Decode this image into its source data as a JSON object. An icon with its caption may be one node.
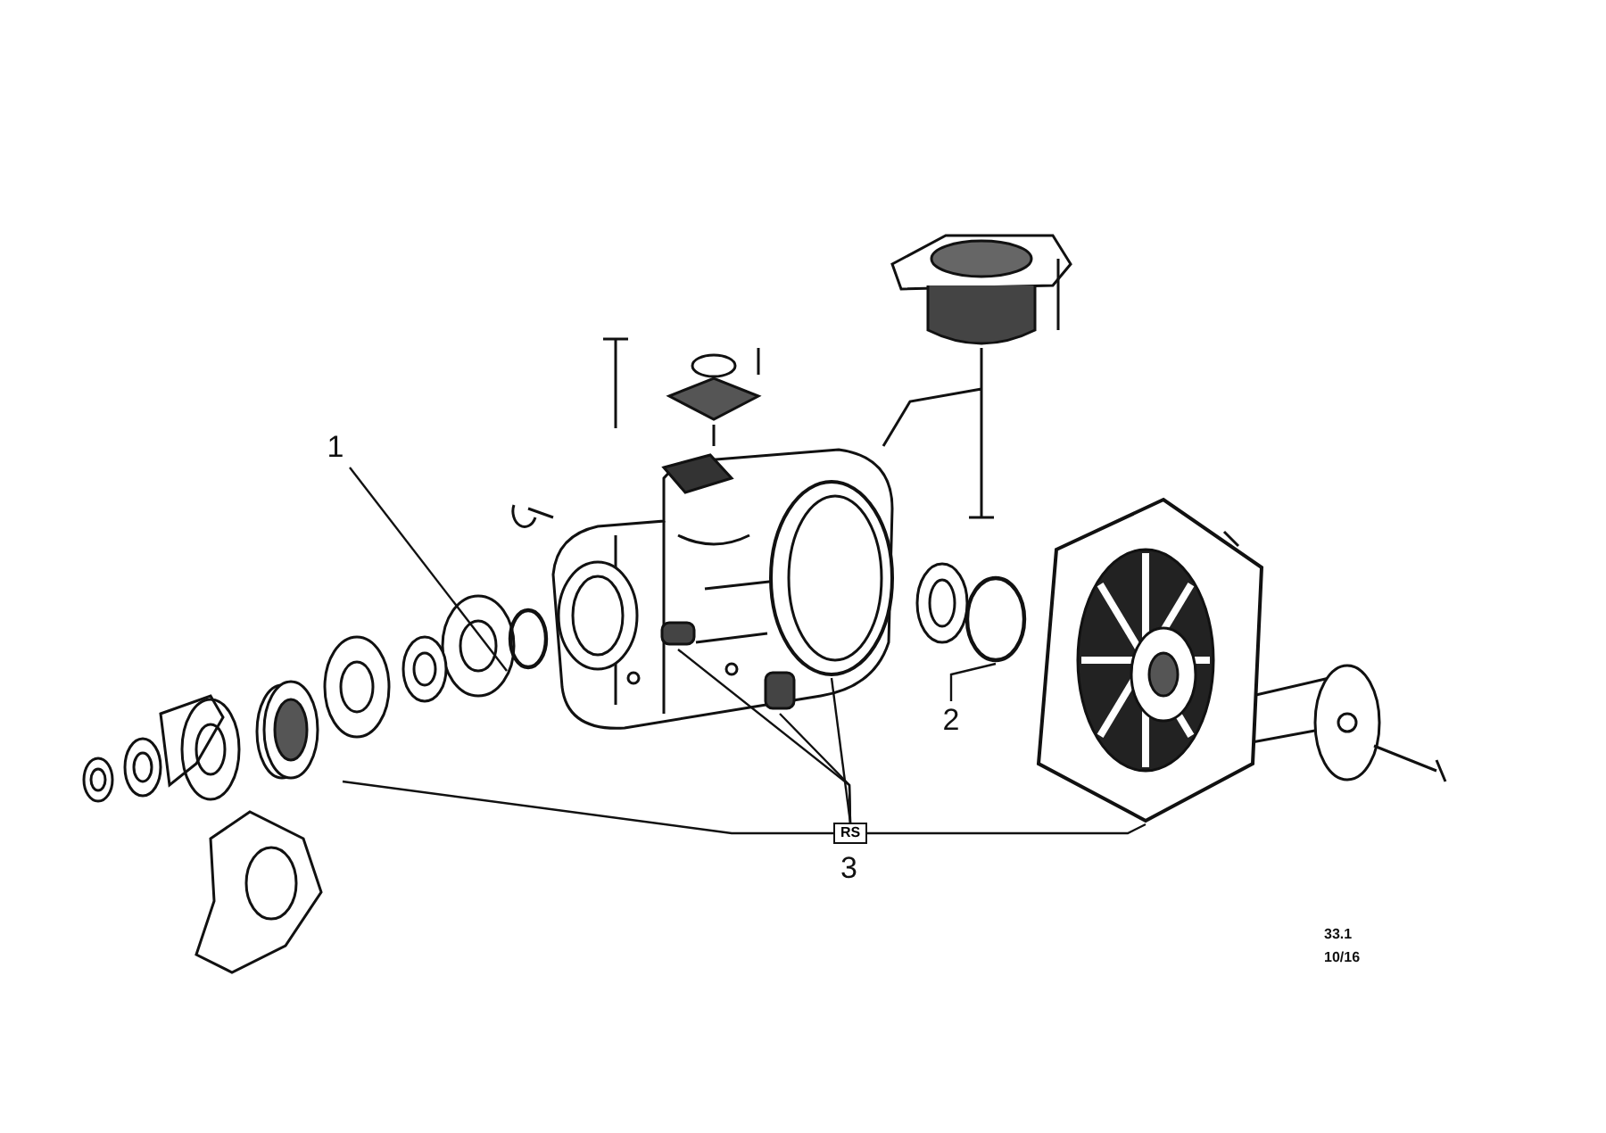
{
  "diagram": {
    "nodes": [
      {
        "text": [
          "1"
        ]
      },
      {
        "text": [],
        "shape": "circle"
      },
      {
        "text": [
          "2"
        ]
      },
      {
        "text": [],
        "shape": "circle"
      },
      {
        "text": [
          "RS"
        ],
        "beside": [
          "3"
        ]
      },
      {
        "text": [],
        "shape": "picture"
      },
      {
        "text": [],
        "shape": "picture"
      },
      {
        "text": [],
        "shape": "box"
      },
      {
        "text": [],
        "shape": "box"
      },
      {
        "text": [],
        "shape": "picture"
      }
    ],
    "edges": [
      {
        "from": 0,
        "to": 1,
        "arrow": "none"
      },
      {
        "from": 2,
        "to": 3,
        "arrow": "none"
      },
      {
        "from": 4,
        "to": 5,
        "arrow": "none"
      },
      {
        "from": 4,
        "to": 6,
        "arrow": "none"
      },
      {
        "from": 4,
        "to": 7,
        "arrow": "none"
      },
      {
        "from": 4,
        "to": 8,
        "arrow": "none"
      },
      {
        "from": 4,
        "to": 9,
        "arrow": "none"
      }
    ],
    "labels": [
      "33.1",
      "10/16"
    ]
  }
}
